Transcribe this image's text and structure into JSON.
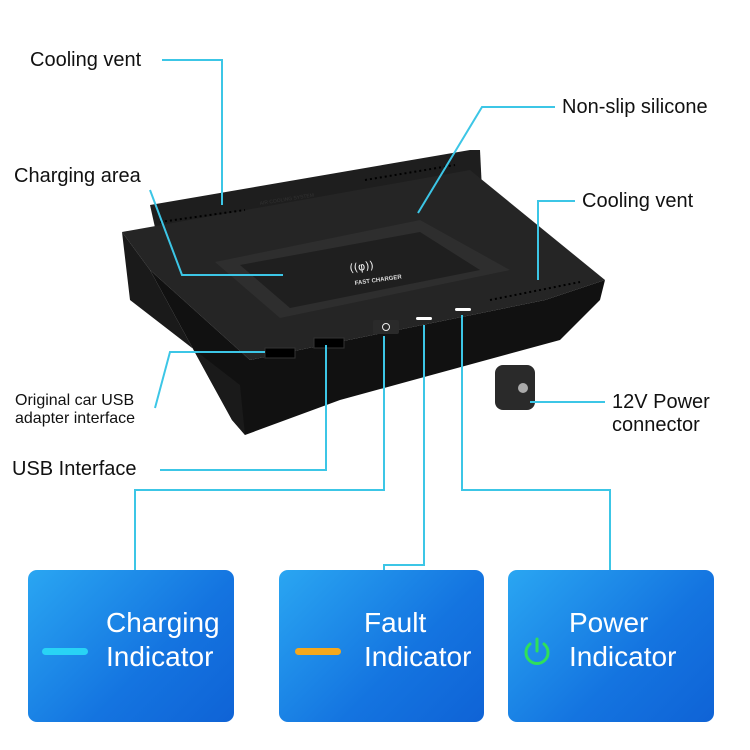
{
  "labels": {
    "cooling_vent_left": "Cooling vent",
    "non_slip": "Non-slip silicone",
    "charging_area": "Charging area",
    "cooling_vent_right": "Cooling vent",
    "orig_usb_1": "Original car USB",
    "orig_usb_2": "adapter interface",
    "usb_interface": "USB Interface",
    "power_12v_1": "12V Power",
    "power_12v_2": "connector"
  },
  "product": {
    "pad_text": "FAST CHARGER",
    "top_text": "AIR COOLING SYSTEM"
  },
  "indicators": [
    {
      "line1": "Charging",
      "line2": "Indicator",
      "icon": "cyan-dash",
      "color": "#29d3f5"
    },
    {
      "line1": "Fault",
      "line2": "Indicator",
      "icon": "orange-dash",
      "color": "#f5a81c"
    },
    {
      "line1": "Power",
      "line2": "Indicator",
      "icon": "power-icon",
      "color": "#2fe05a"
    }
  ],
  "colors": {
    "leader": "#3cc6e6",
    "box": "#1474e0"
  }
}
